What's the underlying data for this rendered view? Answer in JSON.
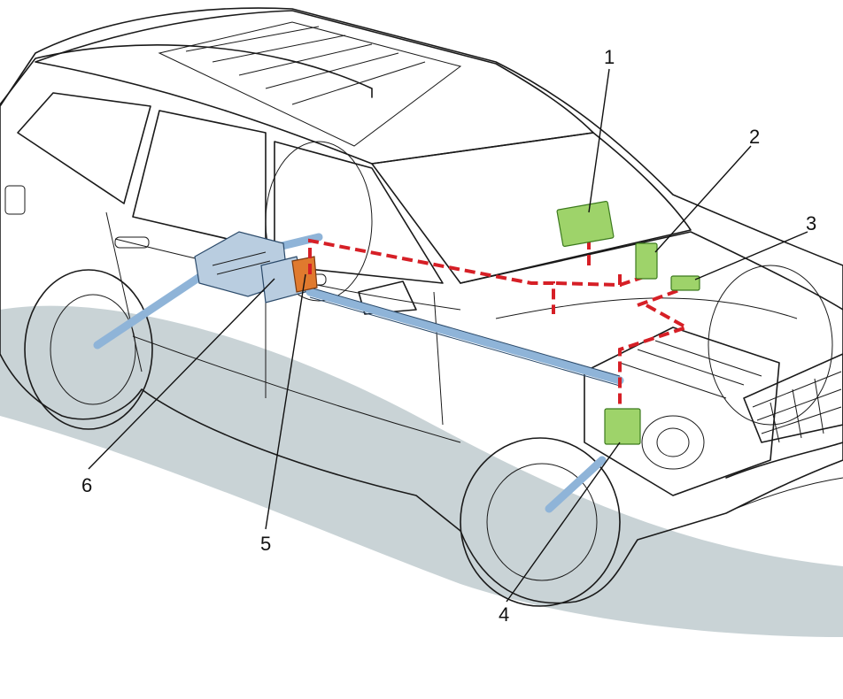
{
  "callouts": [
    {
      "label": "1"
    },
    {
      "label": "2"
    },
    {
      "label": "3"
    },
    {
      "label": "4"
    },
    {
      "label": "5"
    },
    {
      "label": "6"
    }
  ],
  "colors": {
    "shadow": "#c9d3d6",
    "signal": "#d61f26",
    "module": "#9ed36a",
    "coupling": "#e07a2e",
    "driveline": "#8fb4d8"
  }
}
